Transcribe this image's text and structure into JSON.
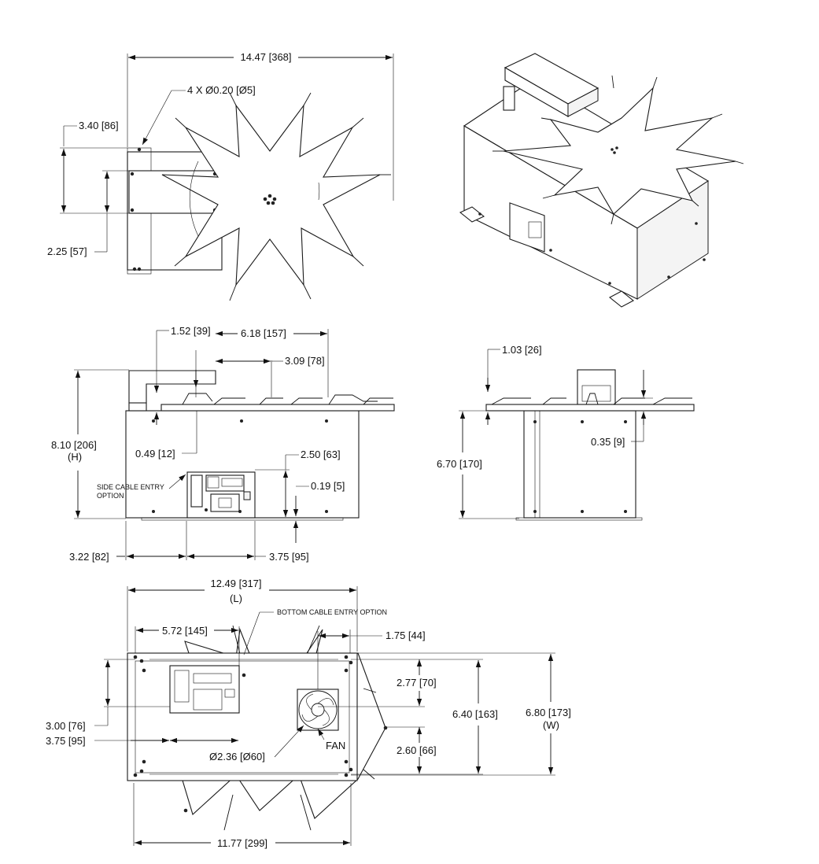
{
  "top_view": {
    "overall_width": "14.47 [368]",
    "holes": "4 X Ø0.20 [Ø5]",
    "dim_a": "3.40 [86]",
    "dim_b": "2.25 [57]"
  },
  "side_view": {
    "dim_152": "1.52 [39]",
    "dim_618": "6.18 [157]",
    "dim_309": "3.09 [78]",
    "height": "8.10 [206]",
    "height_tag": "(H)",
    "dim_049": "0.49 [12]",
    "dim_250": "2.50 [63]",
    "side_cable_1": "SIDE CABLE ENTRY",
    "side_cable_2": "OPTION",
    "dim_019": "0.19 [5]",
    "dim_322": "3.22 [82]",
    "dim_375": "3.75 [95]"
  },
  "end_view": {
    "dim_103": "1.03 [26]",
    "dim_670": "6.70 [170]",
    "dim_035": "0.35 [9]"
  },
  "bottom_view": {
    "length": "12.49 [317]",
    "length_tag": "(L)",
    "bottom_cable": "BOTTOM CABLE ENTRY OPTION",
    "dim_572": "5.72 [145]",
    "dim_175": "1.75 [44]",
    "dim_277": "2.77 [70]",
    "dim_640": "6.40 [163]",
    "width": "6.80 [173]",
    "width_tag": "(W)",
    "dim_300": "3.00 [76]",
    "dim_375": "3.75 [95]",
    "fan_dia": "Ø2.36 [Ø60]",
    "fan": "FAN",
    "dim_260": "2.60 [66]",
    "dim_1177": "11.77 [299]"
  }
}
